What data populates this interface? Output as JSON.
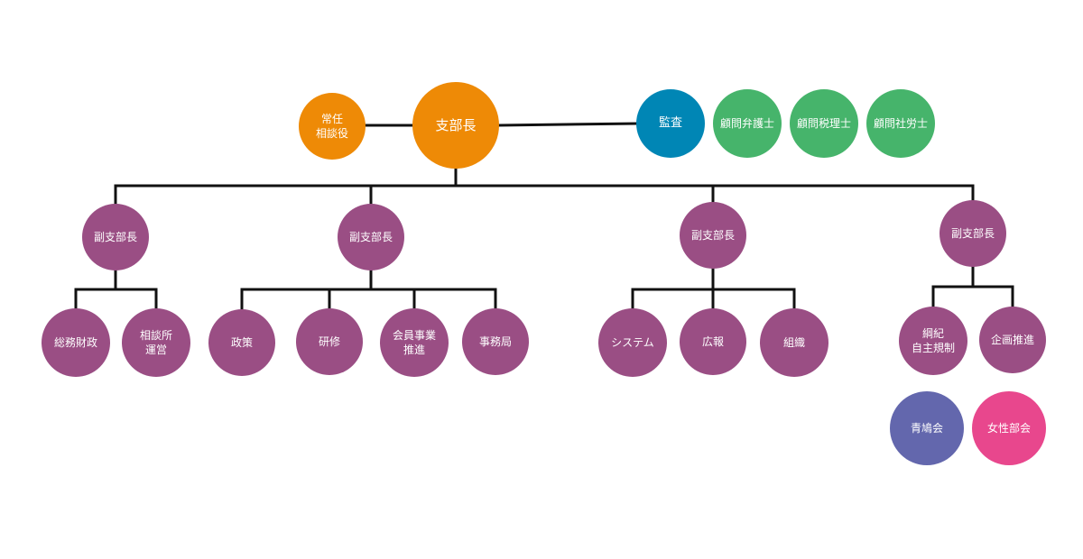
{
  "colors": {
    "orange": "#ee8a06",
    "blue": "#0086b5",
    "green": "#46b46b",
    "purple": "#9a4e84",
    "indigo": "#6367ad",
    "pink": "#e8478d",
    "line": "#111111"
  },
  "top": {
    "chief": "支部長",
    "advisor": "常任\n相談役",
    "auditor": "監査",
    "lawyer": "顧問弁護士",
    "tax": "顧問税理士",
    "labor": "顧問社労士"
  },
  "vice": [
    {
      "label": "副支部長",
      "children": [
        "総務財政",
        "相談所\n運営"
      ]
    },
    {
      "label": "副支部長",
      "children": [
        "政策",
        "研修",
        "会員事業\n推進",
        "事務局"
      ]
    },
    {
      "label": "副支部長",
      "children": [
        "システム",
        "広報",
        "組織"
      ]
    },
    {
      "label": "副支部長",
      "children": [
        "綱紀\n自主規制",
        "企画推進"
      ]
    }
  ],
  "extra": {
    "youth": "青鳩会",
    "women": "女性部会"
  }
}
